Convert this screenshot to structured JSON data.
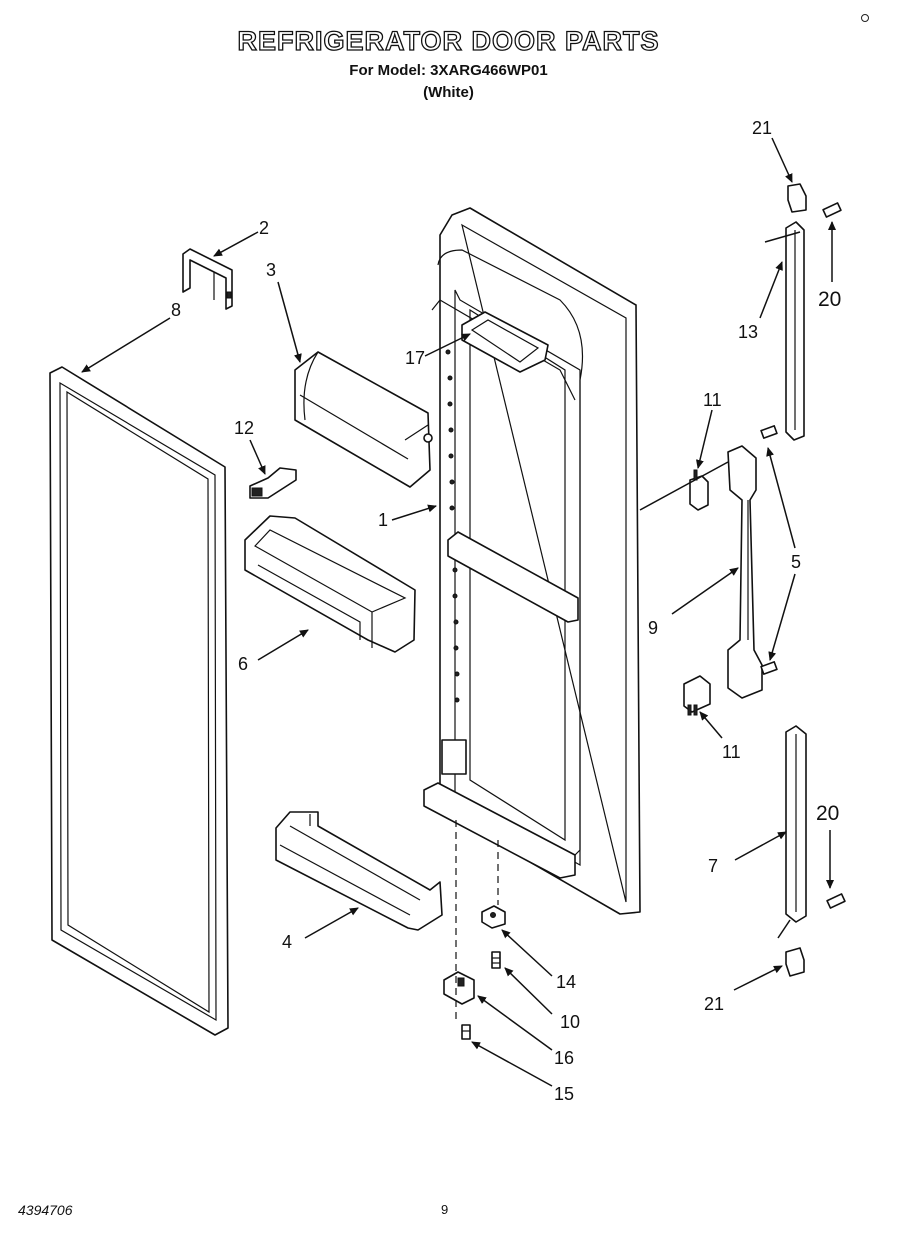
{
  "header": {
    "title": "REFRIGERATOR DOOR PARTS",
    "model_line": "For Model: 3XARG466WP01",
    "color_line": "(White)"
  },
  "footer": {
    "doc_number": "4394706",
    "page_number": "9"
  },
  "callouts": [
    {
      "id": "c2",
      "label": "2"
    },
    {
      "id": "c3",
      "label": "3"
    },
    {
      "id": "c8",
      "label": "8"
    },
    {
      "id": "c12",
      "label": "12"
    },
    {
      "id": "c6",
      "label": "6"
    },
    {
      "id": "c17",
      "label": "17"
    },
    {
      "id": "c1",
      "label": "1"
    },
    {
      "id": "c4",
      "label": "4"
    },
    {
      "id": "c14",
      "label": "14"
    },
    {
      "id": "c10",
      "label": "10"
    },
    {
      "id": "c16",
      "label": "16"
    },
    {
      "id": "c15",
      "label": "15"
    },
    {
      "id": "c21a",
      "label": "21"
    },
    {
      "id": "c20a",
      "label": "20"
    },
    {
      "id": "c13",
      "label": "13"
    },
    {
      "id": "c11a",
      "label": "11"
    },
    {
      "id": "c5",
      "label": "5"
    },
    {
      "id": "c9",
      "label": "9"
    },
    {
      "id": "c11b",
      "label": "11"
    },
    {
      "id": "c20b",
      "label": "20"
    },
    {
      "id": "c7",
      "label": "7"
    },
    {
      "id": "c21b",
      "label": "21"
    }
  ]
}
